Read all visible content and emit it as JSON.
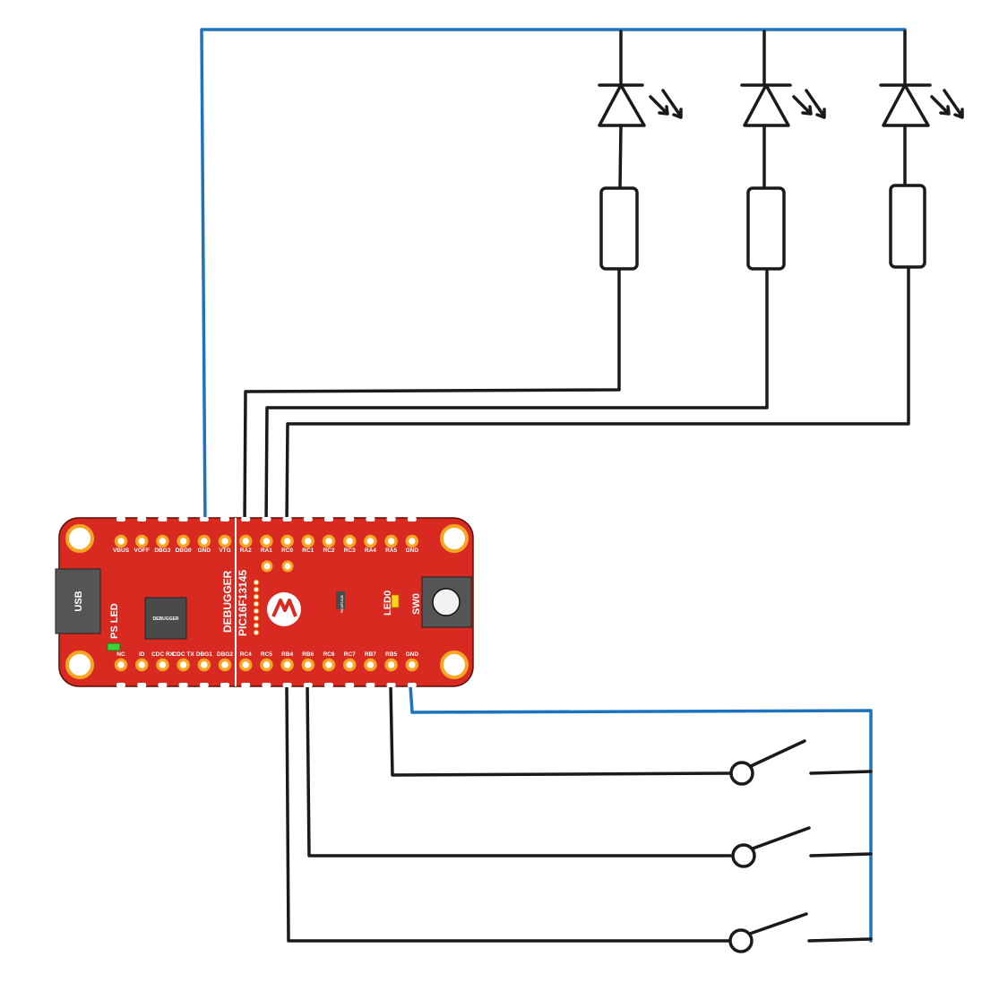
{
  "board": {
    "usb_label": "USB",
    "ps_led_label": "PS LED",
    "debugger_chip_label": "DEBUGGER",
    "debugger_label": "DEBUGGER",
    "mcu_label": "PIC16F13145",
    "small_chip_label": "PIC16F13145",
    "led0_label": "LED0",
    "sw0_label": "SW0",
    "top_pins": [
      "VBUS",
      "VOFF",
      "DBG3",
      "DBG0",
      "GND",
      "VTG",
      "RA2",
      "RA1",
      "RC0",
      "RC1",
      "RC2",
      "RC3",
      "RA4",
      "RA5",
      "GND"
    ],
    "bottom_pins": [
      "NC",
      "ID",
      "CDC RX",
      "CDC TX",
      "DBG1",
      "DBG2",
      "RC4",
      "RC5",
      "RB4",
      "RB6",
      "RC6",
      "RC7",
      "RB7",
      "RB5",
      "GND"
    ]
  },
  "colors": {
    "board_red": "#d82a20",
    "pad_orange": "#f6a623",
    "wire_black": "#1a1a1a",
    "wire_blue": "#1e73be",
    "ps_led_green": "#3ad43a",
    "led0_yellow": "#ffd21f"
  }
}
